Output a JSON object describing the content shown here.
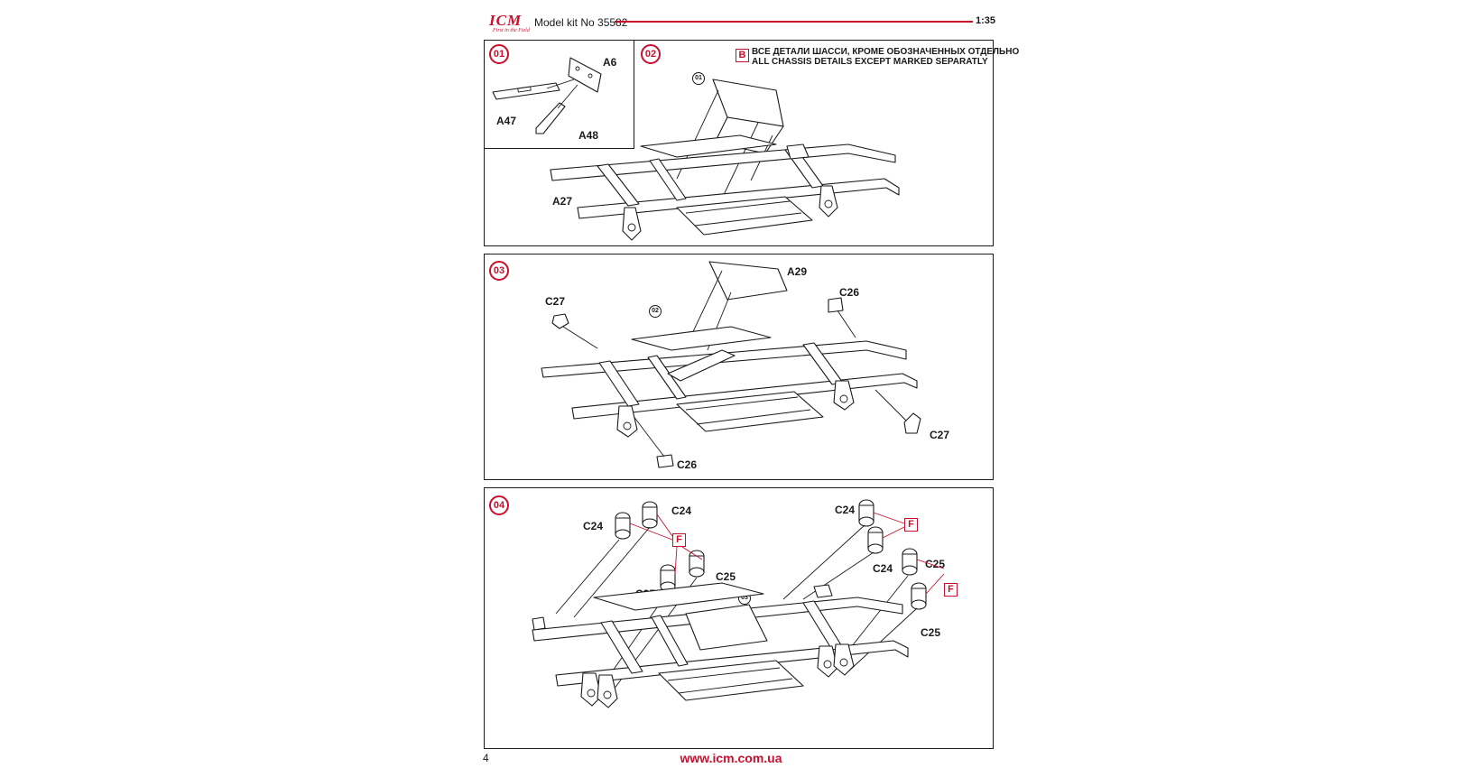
{
  "header": {
    "logo_main": "ICM",
    "logo_tagline": "First in the Field",
    "kit_label": "Model kit No 35582",
    "scale": "1:35"
  },
  "steps": {
    "s01": {
      "number": "01",
      "labels": {
        "a6": "A6",
        "a47": "A47",
        "a48": "A48"
      }
    },
    "s02": {
      "number": "02",
      "ref": "01",
      "note_marker": "B",
      "note_ru": "ВСЕ ДЕТАЛИ ШАССИ, КРОМЕ ОБОЗНАЧЕННЫХ ОТДЕЛЬНО",
      "note_en": "ALL CHASSIS DETAILS EXCEPT MARKED SEPARATLY",
      "labels": {
        "a27": "A27"
      }
    },
    "s03": {
      "number": "03",
      "ref": "02",
      "labels": {
        "a29": "A29",
        "c26_top": "C26",
        "c27_left": "C27",
        "c27_right": "C27",
        "c26_bottom": "C26"
      }
    },
    "s04": {
      "number": "04",
      "ref": "03",
      "labels": {
        "c24_a": "C24",
        "c24_b": "C24",
        "c25_a": "C25",
        "c25_b": "C25",
        "c24_c": "C24",
        "c24_d": "C24",
        "c25_c": "C25",
        "c25_d": "C25"
      },
      "paint_marker": "F"
    }
  },
  "footer": {
    "page_number": "4",
    "url": "www.icm.com.ua"
  }
}
